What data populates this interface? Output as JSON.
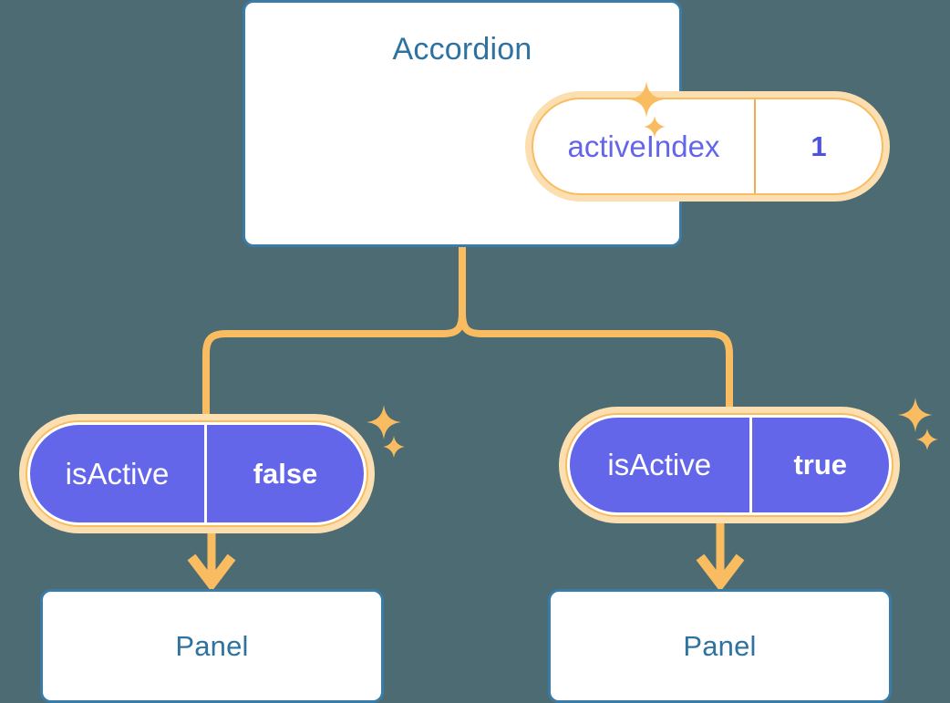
{
  "background_color": "#4d6b73",
  "palette": {
    "card_border": "#3a7ca8",
    "card_title_text": "#2e73a0",
    "pill_ring": "#f9bc61",
    "pill_glow": "#fbdfb0",
    "state_purple": "#6366e8",
    "state_text_purple": "#6366e8",
    "connector": "#f9bc61",
    "card_fill": "#ffffff"
  },
  "diagram": {
    "type": "component-state-tree",
    "root": {
      "name": "accordion-card",
      "title": "Accordion",
      "state": {
        "key": "activeIndex",
        "value": "1"
      },
      "sparkles": [
        {
          "name": "sparkle-large",
          "size": "large"
        },
        {
          "name": "sparkle-small",
          "size": "small"
        }
      ]
    },
    "branches": [
      {
        "name": "branch-left",
        "state": {
          "key": "isActive",
          "value": "false"
        },
        "child": {
          "name": "panel-left",
          "title": "Panel"
        },
        "sparkles": [
          {
            "name": "sparkle-large",
            "size": "large"
          },
          {
            "name": "sparkle-small",
            "size": "small"
          }
        ]
      },
      {
        "name": "branch-right",
        "state": {
          "key": "isActive",
          "value": "true"
        },
        "child": {
          "name": "panel-right",
          "title": "Panel"
        },
        "sparkles": [
          {
            "name": "sparkle-large",
            "size": "large"
          },
          {
            "name": "sparkle-small",
            "size": "small"
          }
        ]
      }
    ],
    "connectors": [
      {
        "name": "root-to-split",
        "style": "rounded-tee"
      },
      {
        "name": "split-to-left-pill",
        "style": "rounded-elbow"
      },
      {
        "name": "split-to-right-pill",
        "style": "rounded-elbow"
      },
      {
        "name": "left-pill-to-panel",
        "style": "down-arrow"
      },
      {
        "name": "right-pill-to-panel",
        "style": "down-arrow"
      }
    ]
  }
}
